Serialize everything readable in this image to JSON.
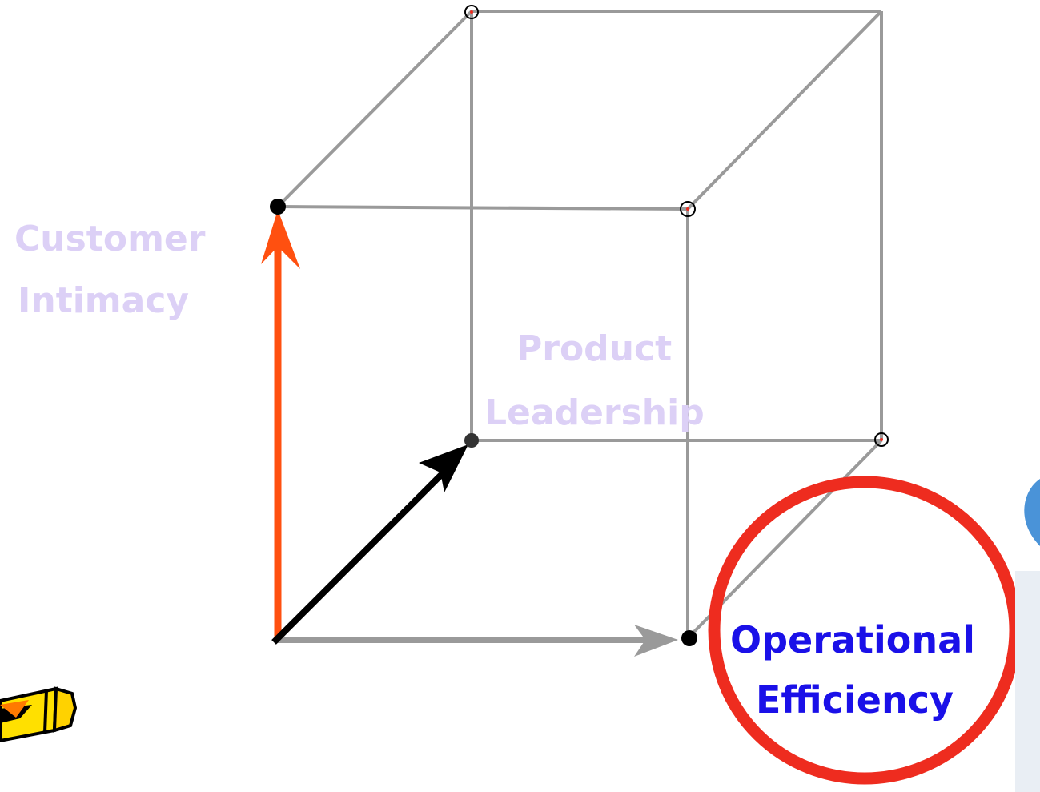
{
  "labels": {
    "customer_line1": "Customer",
    "customer_line2": "Intimacy",
    "product_line1": "Product",
    "product_line2": "Leadership",
    "operational_line1": "Operational",
    "operational_line2": "Efficiency"
  },
  "colors": {
    "edge": "#9a9a9a",
    "customer_arrow": "#ff5010",
    "product_arrow": "#000000",
    "operational_arrow": "#9a9a9a",
    "highlight_circle": "#ee2c1f",
    "dim_label": "#dcd0f6",
    "highlight_label": "#1a10e8",
    "pencil_body": "#ffe000"
  },
  "icons": {
    "pencil": "pencil-icon",
    "decoration": "blue-shape-decoration"
  }
}
